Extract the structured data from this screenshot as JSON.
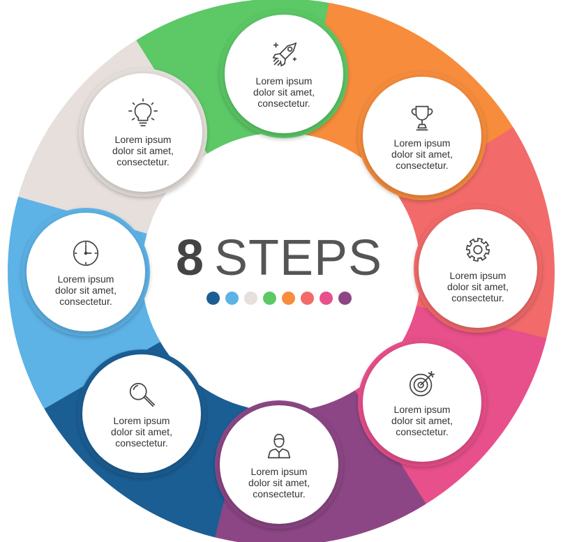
{
  "title": {
    "number": "8",
    "word": "STEPS"
  },
  "colors": {
    "blue_dark": "#1b5e94",
    "blue_light": "#5db2e6",
    "grey": "#e6dfdb",
    "green": "#5cc866",
    "orange": "#f68c3c",
    "coral": "#f26a6a",
    "pink": "#e7508a",
    "purple": "#8c4685"
  },
  "dots": [
    "#1b5e94",
    "#5db2e6",
    "#e6dfdb",
    "#5cc866",
    "#f68c3c",
    "#f26a6a",
    "#e7508a",
    "#8c4685"
  ],
  "steps": [
    {
      "icon": "rocket-icon",
      "color": "#5cc866",
      "line1": "Lorem ipsum",
      "line2": "dolor sit amet,",
      "line3": "consectetur."
    },
    {
      "icon": "trophy-icon",
      "color": "#f68c3c",
      "line1": "Lorem ipsum",
      "line2": "dolor sit amet,",
      "line3": "consectetur."
    },
    {
      "icon": "gear-icon",
      "color": "#f26a6a",
      "line1": "Lorem ipsum",
      "line2": "dolor sit amet,",
      "line3": "consectetur."
    },
    {
      "icon": "target-icon",
      "color": "#e7508a",
      "line1": "Lorem ipsum",
      "line2": "dolor sit amet,",
      "line3": "consectetur."
    },
    {
      "icon": "person-icon",
      "color": "#8c4685",
      "line1": "Lorem ipsum",
      "line2": "dolor sit amet,",
      "line3": "consectetur."
    },
    {
      "icon": "magnifier-icon",
      "color": "#1b5e94",
      "line1": "Lorem ipsum",
      "line2": "dolor sit amet,",
      "line3": "consectetur."
    },
    {
      "icon": "clock-icon",
      "color": "#5db2e6",
      "line1": "Lorem ipsum",
      "line2": "dolor sit amet,",
      "line3": "consectetur."
    },
    {
      "icon": "lightbulb-icon",
      "color": "#e6dfdb",
      "line1": "Lorem ipsum",
      "line2": "dolor sit amet,",
      "line3": "consectetur."
    }
  ]
}
